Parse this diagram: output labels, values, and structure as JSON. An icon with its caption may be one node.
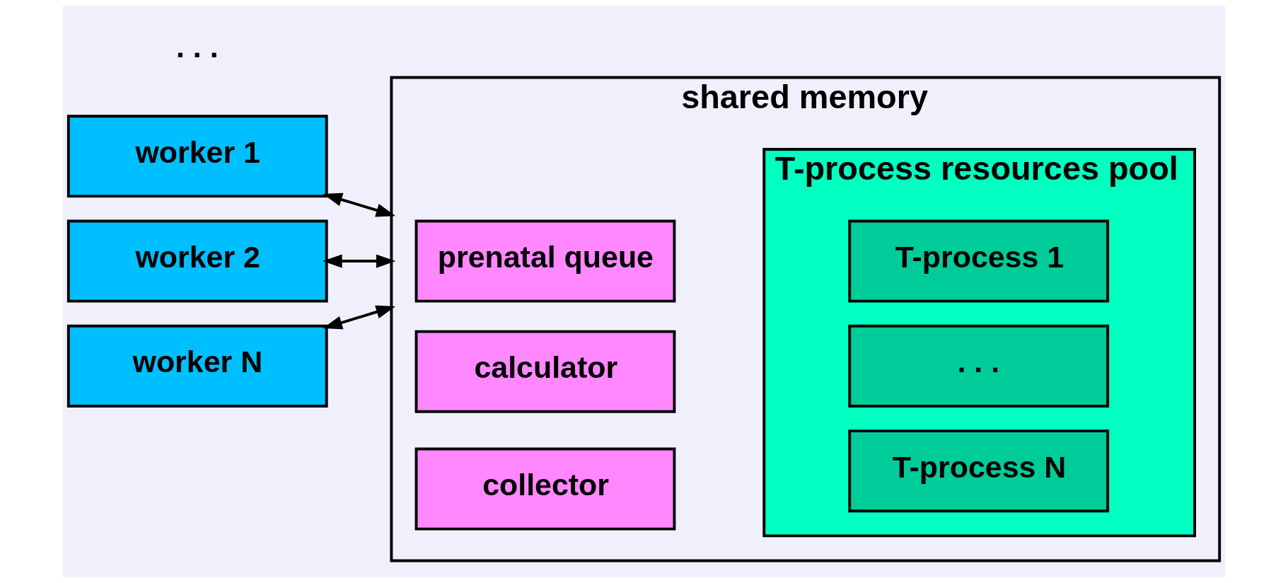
{
  "diagram": {
    "nodes": [
      {
        "text": [
          "worker 1"
        ]
      },
      {
        "text": [
          "worker 2"
        ]
      },
      {
        "text": [
          "worker N"
        ]
      },
      {
        "text": [
          "shared memory"
        ]
      },
      {
        "text": [
          "prenatal queue"
        ],
        "in": 3
      },
      {
        "text": [
          "calculator"
        ],
        "in": 3
      },
      {
        "text": [
          "collector"
        ],
        "in": 3
      },
      {
        "text": [
          "T-process resources pool"
        ],
        "in": 3
      },
      {
        "text": [
          "T-process 1"
        ],
        "in": 7
      },
      {
        "text": [
          ". . ."
        ],
        "in": 7
      },
      {
        "text": [
          "T-process N"
        ],
        "in": 7
      }
    ],
    "edges": [
      {
        "from": 0,
        "to": 3,
        "arrow": "both"
      },
      {
        "from": 1,
        "to": 3,
        "arrow": "both"
      },
      {
        "from": 2,
        "to": 3,
        "arrow": "both"
      }
    ],
    "labels": [
      ". . ."
    ]
  }
}
